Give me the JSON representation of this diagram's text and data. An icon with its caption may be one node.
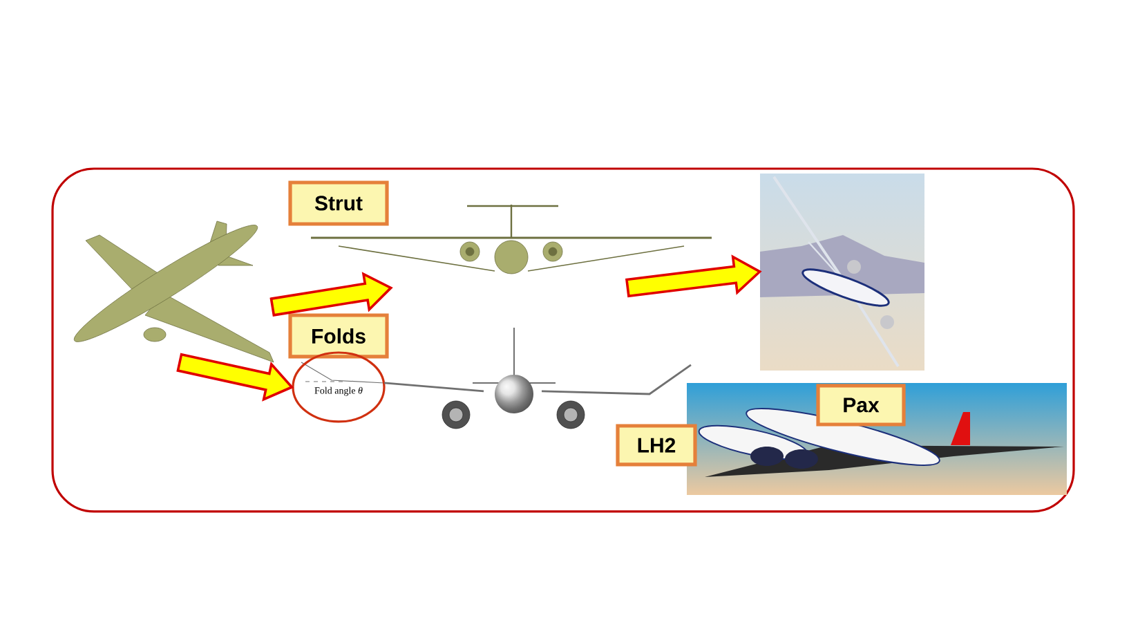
{
  "diagram": {
    "nodes": [
      {
        "text": [],
        "shape": "picture"
      },
      {
        "text": [
          "Strut"
        ]
      },
      {
        "text": [],
        "shape": "picture"
      },
      {
        "text": [],
        "shape": "picture"
      },
      {
        "text": [
          "Folds"
        ]
      },
      {
        "text": [
          "Fold angle *θ*"
        ]
      },
      {
        "text": [],
        "shape": "picture"
      },
      {
        "text": [],
        "shape": "picture"
      },
      {
        "text": [
          "Pax"
        ]
      },
      {
        "text": [
          "LH2"
        ]
      }
    ],
    "edges": [
      {
        "from": 0,
        "to": 2,
        "arrow": "to"
      },
      {
        "from": 0,
        "to": 5,
        "arrow": "to"
      },
      {
        "from": 2,
        "to": 3,
        "arrow": "to"
      }
    ]
  }
}
